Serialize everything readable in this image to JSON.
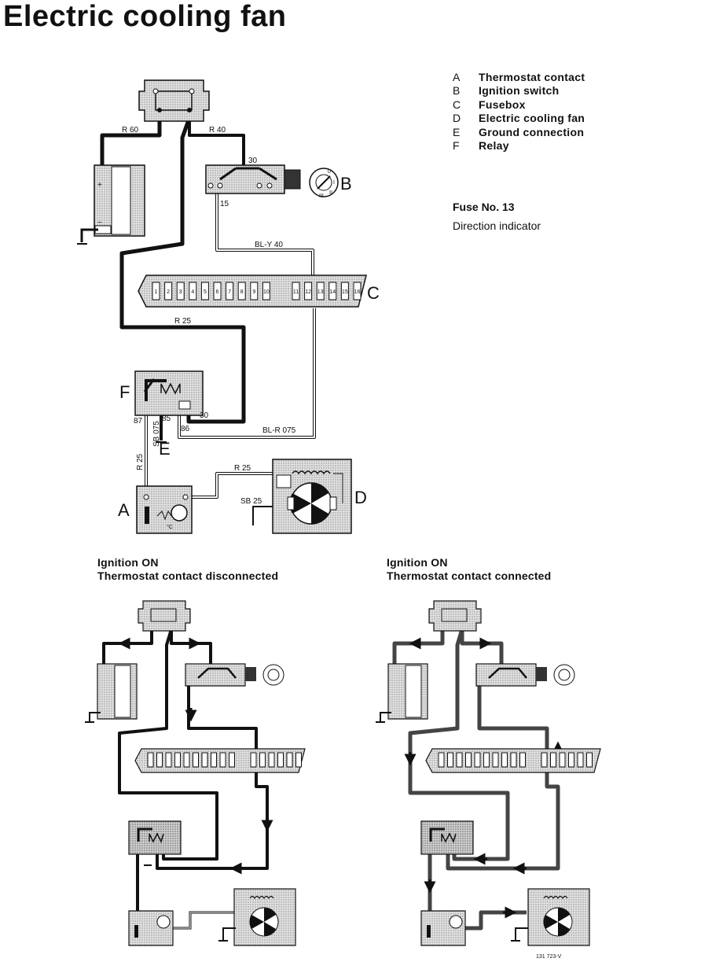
{
  "title": "Electric cooling fan",
  "legend": [
    {
      "key": "A",
      "label": "Thermostat contact"
    },
    {
      "key": "B",
      "label": "Ignition switch"
    },
    {
      "key": "C",
      "label": "Fusebox"
    },
    {
      "key": "D",
      "label": "Electric cooling fan"
    },
    {
      "key": "E",
      "label": "Ground connection"
    },
    {
      "key": "F",
      "label": "Relay"
    }
  ],
  "fuse_note": {
    "title": "Fuse No. 13",
    "text": "Direction indicator"
  },
  "captions": {
    "left": {
      "line1": "Ignition ON",
      "line2": "Thermostat contact disconnected"
    },
    "right": {
      "line1": "Ignition ON",
      "line2": "Thermostat contact connected"
    }
  },
  "wire_labels": {
    "r60": "R 60",
    "r40": "R 40",
    "t30a": "30",
    "t15": "15",
    "bly40": "BL-Y 40",
    "r25a": "R 25",
    "t87": "87",
    "t85": "85",
    "t86": "86",
    "t30b": "30",
    "sb075": "SB 075",
    "blr075": "BL-R 075",
    "r25b": "R 25",
    "r25c": "R 25",
    "sb25": "SB 25"
  },
  "component_letters": {
    "A": "A",
    "B": "B",
    "C": "C",
    "D": "D",
    "E": "E",
    "F": "F"
  },
  "fuse_numbers": [
    "1",
    "2",
    "3",
    "4",
    "5",
    "6",
    "7",
    "8",
    "9",
    "10",
    "11",
    "12",
    "13",
    "14",
    "15",
    "16"
  ],
  "footer_code": "131 723-V",
  "colors": {
    "wire": "#111111",
    "component_fill": "#d8d8d8"
  }
}
